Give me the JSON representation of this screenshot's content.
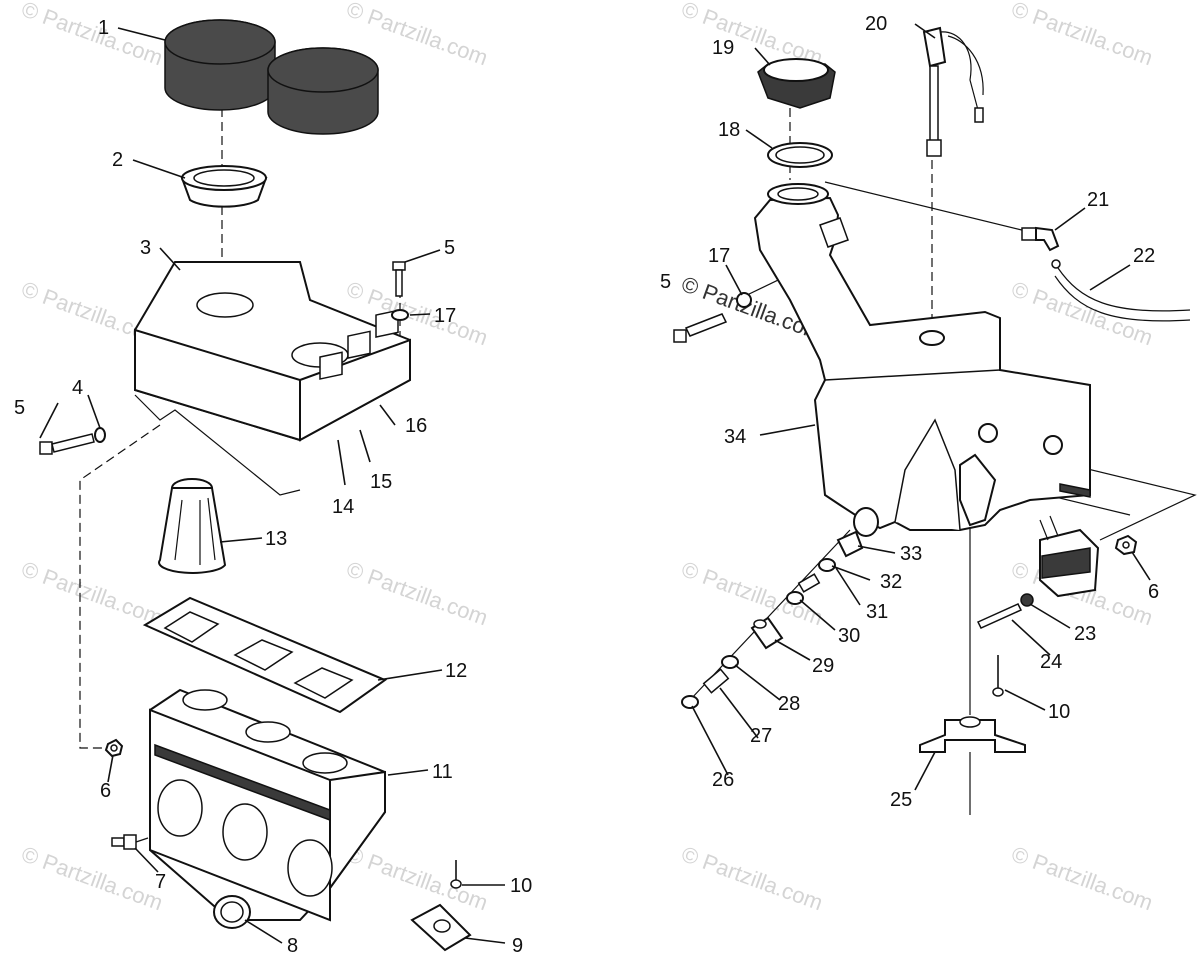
{
  "watermark": {
    "text": "© Partzilla.com",
    "mid_text": "© Partzilla.com"
  },
  "callouts": {
    "l1": "1",
    "l2": "2",
    "l3": "3",
    "l4": "4",
    "l5a": "5",
    "l5b": "5",
    "l6": "6",
    "l7": "7",
    "l8": "8",
    "l9": "9",
    "l10": "10",
    "l11": "11",
    "l12": "12",
    "l13": "13",
    "l14": "14",
    "l15": "15",
    "l16": "16",
    "l17": "17",
    "r5": "5",
    "r6": "6",
    "r10": "10",
    "r17": "17",
    "r18": "18",
    "r19": "19",
    "r20": "20",
    "r21": "21",
    "r22": "22",
    "r23": "23",
    "r24": "24",
    "r25": "25",
    "r26": "26",
    "r27": "27",
    "r28": "28",
    "r29": "29",
    "r30": "30",
    "r31": "31",
    "r32": "32",
    "r33": "33",
    "r34": "34"
  }
}
